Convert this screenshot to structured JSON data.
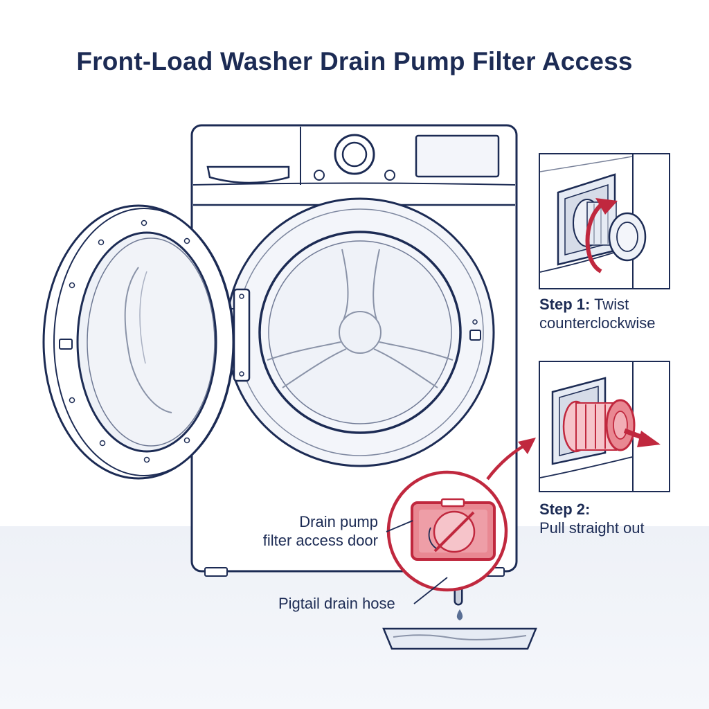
{
  "title": "Front-Load Washer Drain Pump Filter Access",
  "labels": {
    "access_door_line1": "Drain pump",
    "access_door_line2": "filter access door",
    "drain_hose": "Pigtail drain hose"
  },
  "steps": [
    {
      "number": "Step 1:",
      "text": "Twist",
      "text2": "counterclockwise"
    },
    {
      "number": "Step 2:",
      "text": "Pull straight out"
    }
  ],
  "colors": {
    "outline": "#1c2b54",
    "accent": "#c0283e",
    "accent_fill": "#e87a87",
    "panel_fill": "#f3f5fa",
    "floor": "#eef1f7"
  },
  "icons": [
    "rotate-ccw-arrow-icon",
    "pull-out-arrow-icon",
    "water-drop-icon"
  ]
}
